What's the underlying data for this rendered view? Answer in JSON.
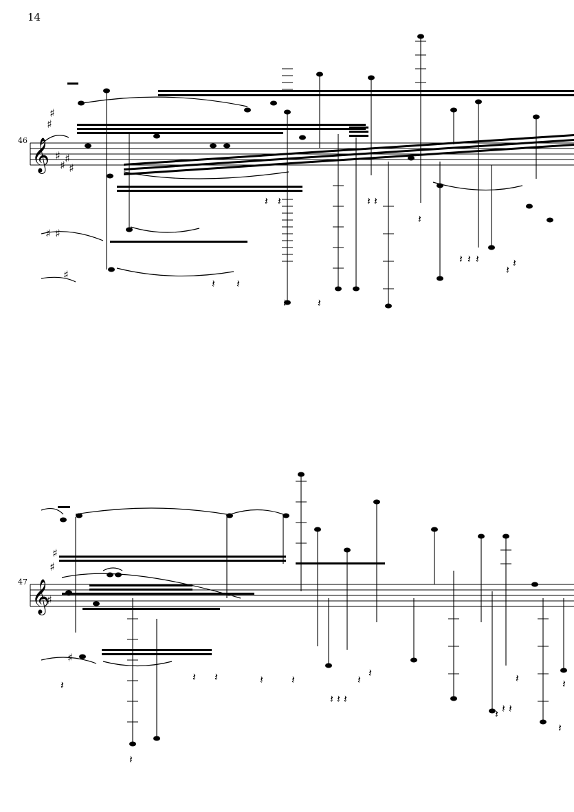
{
  "page": {
    "number": "14",
    "background": "#ffffff",
    "ink": "#000000"
  },
  "systems": [
    {
      "measure_number": "46",
      "clef": "treble-clef-icon",
      "key_signature": "sharps-icon"
    },
    {
      "measure_number": "47",
      "clef": "treble-clef-icon",
      "key_signature": "sharps-icon"
    }
  ]
}
